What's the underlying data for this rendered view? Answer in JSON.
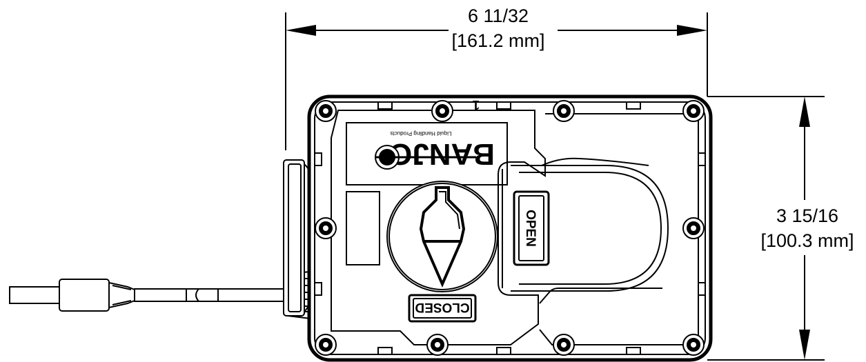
{
  "dimensions": {
    "width": {
      "imperial": "6 11/32",
      "metric": "[161.2 mm]"
    },
    "height": {
      "imperial": "3 15/16",
      "metric": "[100.3 mm]"
    }
  },
  "labels": {
    "open": "OPEN",
    "closed": "CLOSED",
    "brand": "BANJO",
    "tagline": "Liquid Handling Products",
    "mark": "1"
  }
}
